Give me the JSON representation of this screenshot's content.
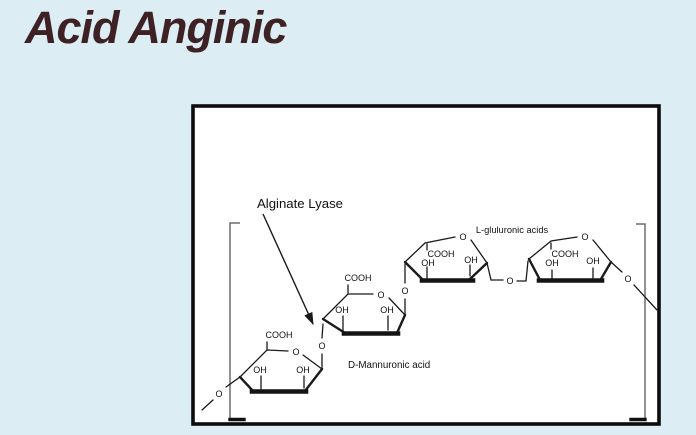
{
  "title": {
    "text": "Acid Anginic"
  },
  "colors": {
    "background": "#dcedf3",
    "title": "#3d2125",
    "panel": "#ffffff",
    "panel_border": "#0c0c0c",
    "bond": "#1a1a1a",
    "bracket": "#6f6f6f"
  },
  "diagram": {
    "enzyme_label": "Alginate Lyase",
    "guluronic_label": "L-gluluronic acids",
    "mannuronic_label": "D-Mannuronic acid",
    "atoms": {
      "carboxyl": "COOH",
      "hydroxyl": "OH",
      "oxygen": "O"
    }
  }
}
